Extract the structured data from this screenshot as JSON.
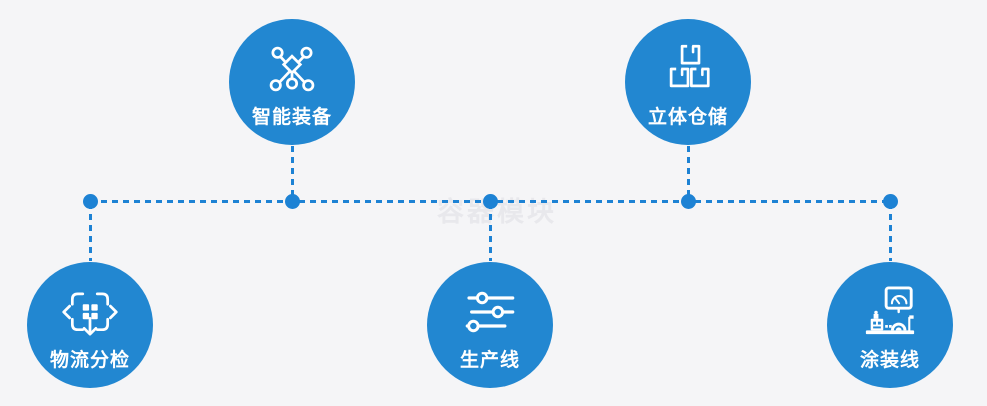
{
  "colors": {
    "background": "#f5f5f7",
    "accent": "#2287d1",
    "connector": "#1d82d4",
    "label": "#ffffff",
    "watermark": "#e8e8ec"
  },
  "watermark_text": "容器模块",
  "nodes": [
    {
      "label": "智能装备",
      "icon": "network-nodes-icon"
    },
    {
      "label": "立体仓储",
      "icon": "stacked-boxes-icon"
    },
    {
      "label": "物流分检",
      "icon": "move-sort-icon"
    },
    {
      "label": "生产线",
      "icon": "sliders-icon"
    },
    {
      "label": "涂装线",
      "icon": "machine-monitor-icon"
    }
  ]
}
